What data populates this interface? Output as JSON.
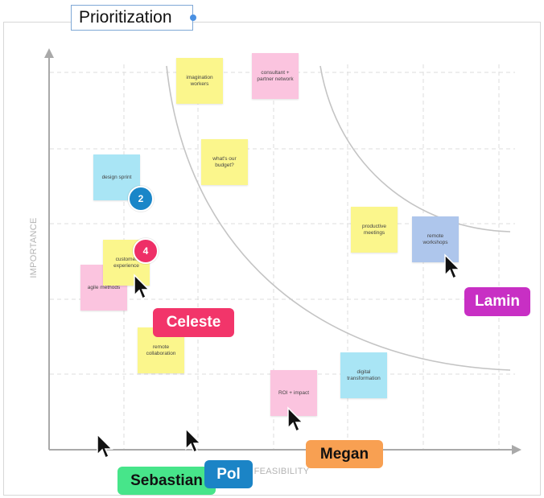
{
  "board": {
    "title": "Prioritization"
  },
  "axes": {
    "y_label": "IMPORTANCE",
    "x_label": "FEASIBILITY"
  },
  "notes": [
    {
      "id": "imagination-workers",
      "text": "imagination workers",
      "color": "yellow"
    },
    {
      "id": "consultant-partner-network",
      "text": "consultant + partner network",
      "color": "pink"
    },
    {
      "id": "design-sprint",
      "text": "design sprint",
      "color": "cyan"
    },
    {
      "id": "whats-our-budget",
      "text": "what's our budget?",
      "color": "yellow"
    },
    {
      "id": "productive-meetings",
      "text": "productive meetings",
      "color": "yellow"
    },
    {
      "id": "remote-workshops",
      "text": "remote workshops",
      "color": "blue"
    },
    {
      "id": "agile-methods",
      "text": "agile methods",
      "color": "pink"
    },
    {
      "id": "customer-experience",
      "text": "customer experience",
      "color": "yellow"
    },
    {
      "id": "remote-collaboration",
      "text": "remote collaboration",
      "color": "yellow"
    },
    {
      "id": "roi-impact",
      "text": "ROI + impact",
      "color": "pink"
    },
    {
      "id": "digital-transformation",
      "text": "digital transformation",
      "color": "cyan"
    }
  ],
  "badges": [
    {
      "id": "design-sprint-votes",
      "value": "2",
      "color": "#1a86c8"
    },
    {
      "id": "customer-experience-votes",
      "value": "4",
      "color": "#ee2f67"
    }
  ],
  "collaborators": [
    {
      "name": "Celeste",
      "color": "#f2356a"
    },
    {
      "name": "Lamin",
      "color": "#c82fc4"
    },
    {
      "name": "Megan",
      "color": "#f8a052"
    },
    {
      "name": "Sebastian",
      "color": "#47e58a"
    },
    {
      "name": "Pol",
      "color": "#1b84c6"
    }
  ]
}
